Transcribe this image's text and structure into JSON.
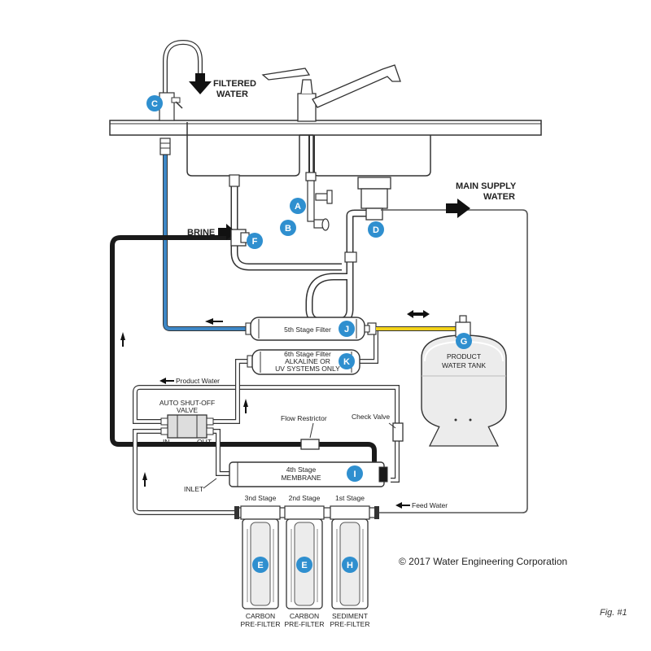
{
  "labels": {
    "filtered_water": [
      "FILTERED",
      "WATER"
    ],
    "main_supply_water": [
      "MAIN SUPPLY",
      "WATER"
    ],
    "brine": "BRINE",
    "fifth_stage": "5th Stage Filter",
    "sixth_stage": [
      "6th Stage Filter",
      "ALKALINE OR",
      "UV SYSTEMS ONLY"
    ],
    "product_tank": [
      "PRODUCT",
      "WATER TANK"
    ],
    "product_water": "Product Water",
    "auto_shutoff": [
      "AUTO SHUT-OFF",
      "VALVE"
    ],
    "asv_in": "IN",
    "asv_out": "OUT",
    "flow_restrictor": "Flow Restrictor",
    "check_valve": "Check Valve",
    "membrane": [
      "4th Stage",
      "MEMBRANE"
    ],
    "inlet": "INLET",
    "feed_water": "Feed Water",
    "stage3": "3nd Stage",
    "stage2": "2nd Stage",
    "stage1": "1st Stage",
    "carbon1": [
      "CARBON",
      "PRE-FILTER"
    ],
    "carbon2": [
      "CARBON",
      "PRE-FILTER"
    ],
    "sediment": [
      "SEDIMENT",
      "PRE-FILTER"
    ],
    "copyright": "© 2017 Water Engineering Corporation",
    "figure": "Fig. #1"
  },
  "badges": {
    "A": "A",
    "B": "B",
    "C": "C",
    "D": "D",
    "E1": "E",
    "E2": "E",
    "F": "F",
    "G": "G",
    "H": "H",
    "I": "I",
    "J": "J",
    "K": "K"
  },
  "colors": {
    "badge": "#2f8fcf",
    "blue_tube": "#3d87c6",
    "brine_tube": "#1a1a1a",
    "yellow_tube": "#f2d21a"
  }
}
